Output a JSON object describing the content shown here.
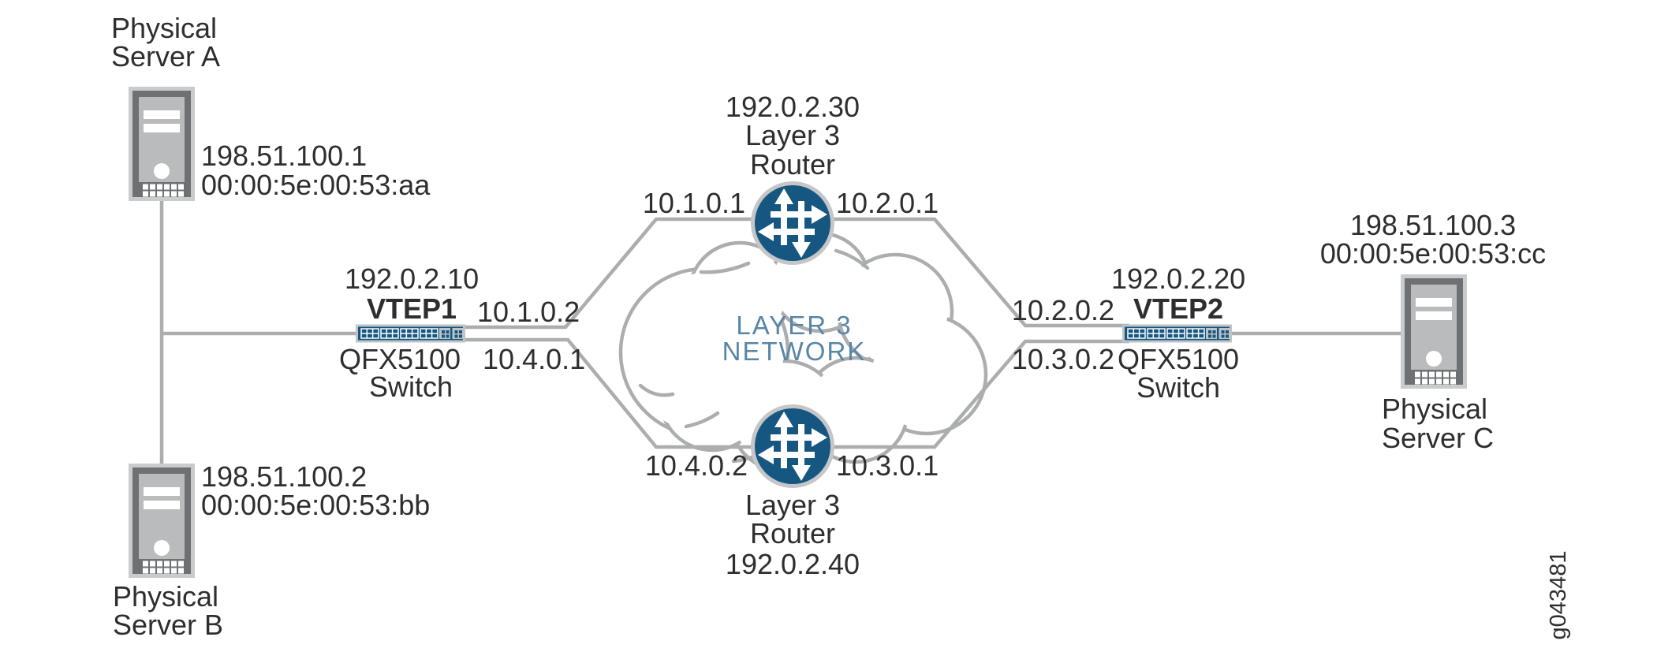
{
  "colors": {
    "line_gray": "#ABADAF",
    "device_blue": "#155780",
    "cloud_label_blue": "#5886A6",
    "text": "#2E2E2E"
  },
  "server_a": {
    "name1": "Physical",
    "name2": "Server A",
    "ip": "198.51.100.1",
    "mac": "00:00:5e:00:53:aa"
  },
  "server_b": {
    "name1": "Physical",
    "name2": "Server B",
    "ip": "198.51.100.2",
    "mac": "00:00:5e:00:53:bb"
  },
  "server_c": {
    "name1": "Physical",
    "name2": "Server C",
    "ip": "198.51.100.3",
    "mac": "00:00:5e:00:53:cc"
  },
  "vtep1": {
    "ip": "192.0.2.10",
    "name": "VTEP1",
    "model1": "QFX5100",
    "model2": "Switch",
    "if_top": "10.1.0.2",
    "if_bottom": "10.4.0.1"
  },
  "vtep2": {
    "ip": "192.0.2.20",
    "name": "VTEP2",
    "model1": "QFX5100",
    "model2": "Switch",
    "if_top": "10.2.0.2",
    "if_bottom": "10.3.0.2"
  },
  "router_top": {
    "ip": "192.0.2.30",
    "name1": "Layer 3",
    "name2": "Router",
    "if_left": "10.1.0.1",
    "if_right": "10.2.0.1"
  },
  "router_bottom": {
    "ip": "192.0.2.40",
    "name1": "Layer 3",
    "name2": "Router",
    "if_left": "10.4.0.2",
    "if_right": "10.3.0.1"
  },
  "cloud": {
    "line1": "LAYER 3",
    "line2": "NETWORK"
  },
  "figure_id": "g043481"
}
